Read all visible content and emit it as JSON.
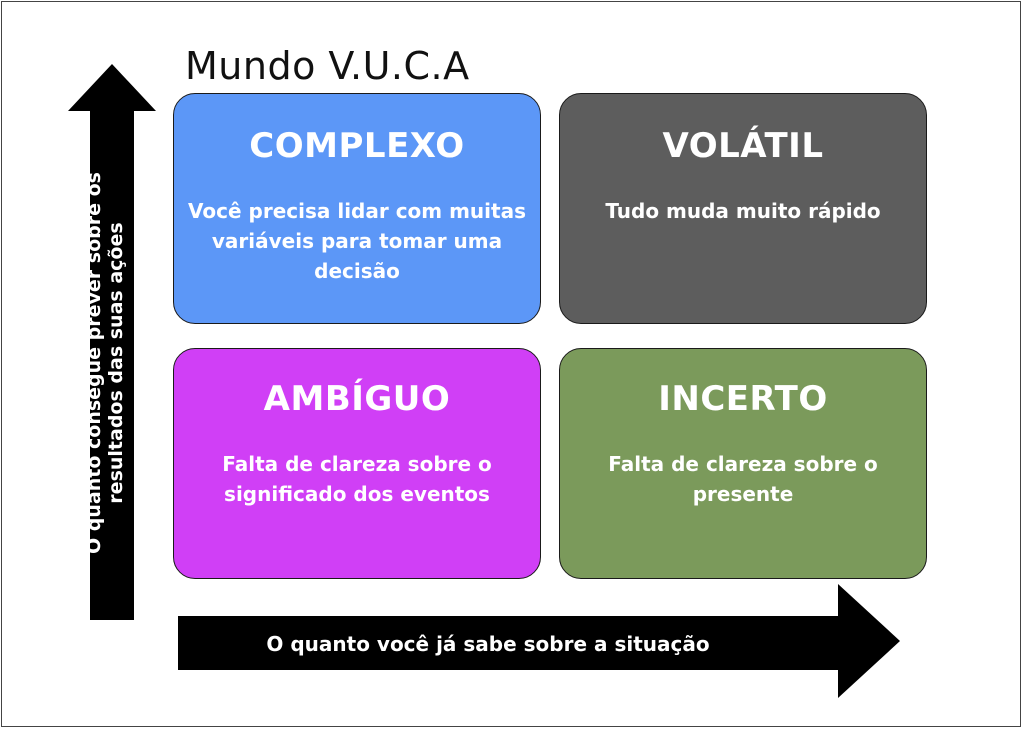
{
  "title": "Mundo V.U.C.A",
  "quadrants": [
    {
      "title": "COMPLEXO",
      "text": "Você precisa lidar com muitas variáveis para tomar uma decisão",
      "color": "#5c97f7"
    },
    {
      "title": "VOLÁTIL",
      "text": "Tudo muda muito rápido",
      "color": "#5d5d5d"
    },
    {
      "title": "AMBÍGUO",
      "text": "Falta de clareza sobre o significado dos eventos",
      "color": "#d03ff6"
    },
    {
      "title": "INCERTO",
      "text": "Falta de clareza sobre o presente",
      "color": "#7b9a5b"
    }
  ],
  "axes": {
    "y_label": "O quanto consegue prever sobre os resultados das suas ações",
    "x_label": "O quanto você já sabe sobre a situação",
    "arrow_color": "#000000"
  }
}
